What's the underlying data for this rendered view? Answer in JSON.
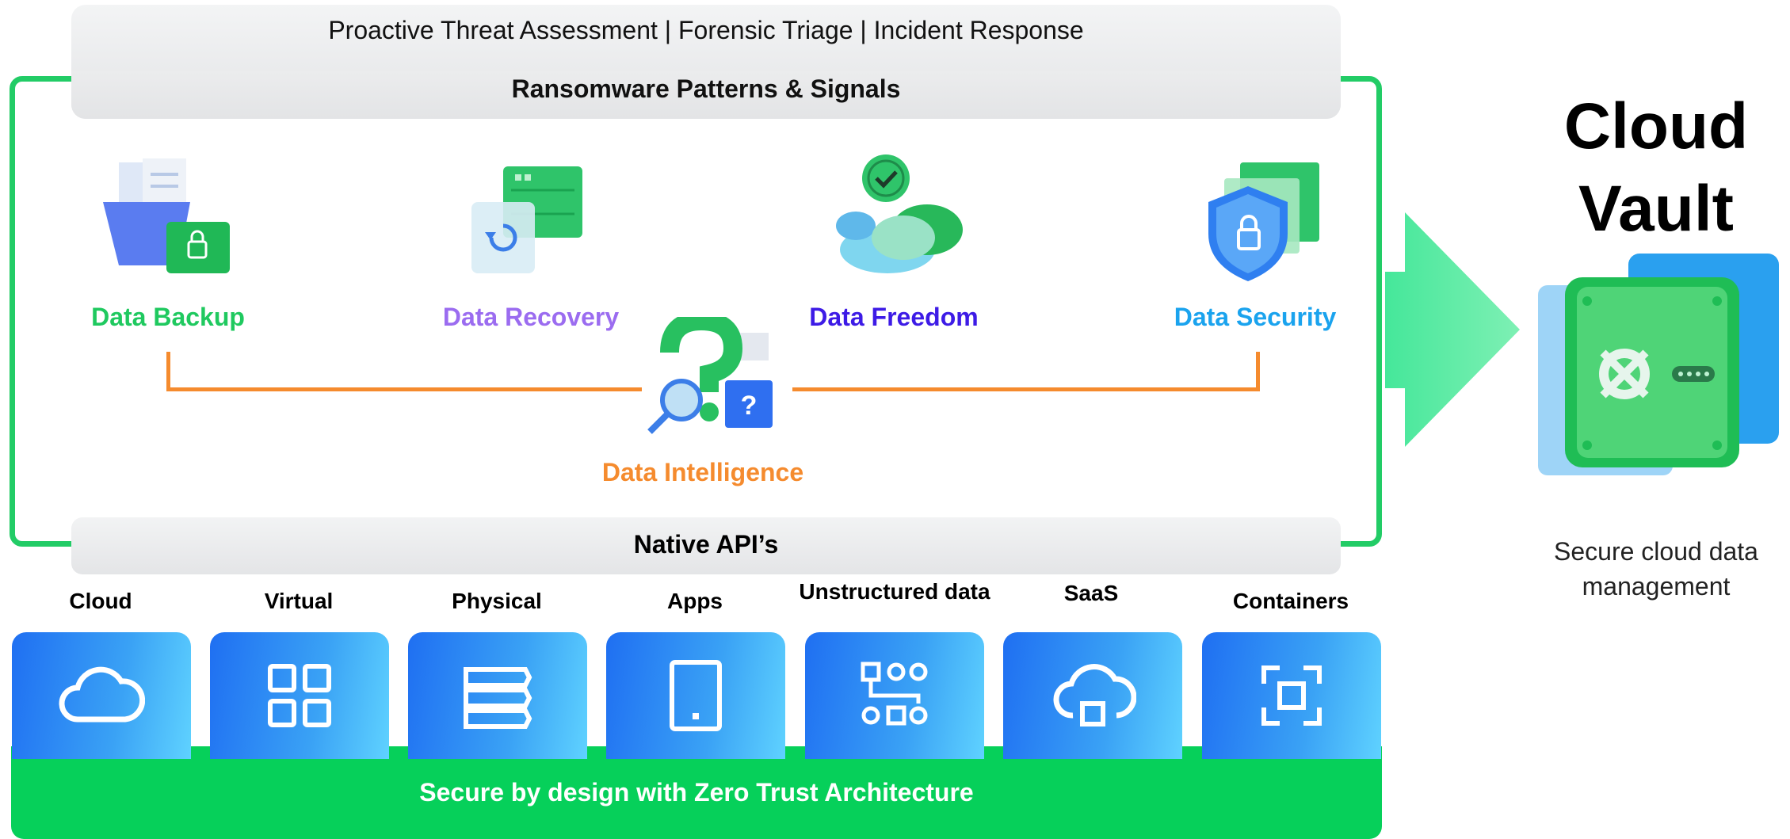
{
  "banner": {
    "services": "Proactive Threat Assessment |  Forensic Triage | Incident Response",
    "title": "Ransomware Patterns & Signals"
  },
  "features": {
    "backup": "Data Backup",
    "recovery": "Data Recovery",
    "freedom": "Data Freedom",
    "security": "Data Security",
    "intelligence": "Data Intelligence"
  },
  "api_bar": "Native API’s",
  "platforms": {
    "cloud": "Cloud",
    "virtual": "Virtual",
    "physical": "Physical",
    "apps": "Apps",
    "unstructured": "Unstructured data",
    "saas": "SaaS",
    "containers": "Containers"
  },
  "foundation": "Secure by design with Zero Trust Architecture",
  "vault": {
    "title": "Cloud Vault",
    "subtitle": "Secure cloud data management"
  },
  "colors": {
    "frame_green": "#22cc66",
    "foundation_green": "#06d05a",
    "connector_orange": "#f58b2e",
    "backup_green": "#1fc95f",
    "recovery_purple": "#9b6cf0",
    "freedom_indigo": "#3d1be6",
    "security_blue": "#1aa3ee",
    "intelligence_orange": "#f58b2e",
    "tile_blue": "#1f6ff2"
  },
  "icons": [
    "backup-folder-icon",
    "recovery-server-icon",
    "cloud-check-icon",
    "shield-lock-icon",
    "question-search-icon",
    "cloud-icon",
    "grid-icon",
    "stack-icon",
    "phone-icon",
    "workflow-icon",
    "cloud-upload-icon",
    "container-icon",
    "vault-safe-icon",
    "arrow-right-icon"
  ]
}
